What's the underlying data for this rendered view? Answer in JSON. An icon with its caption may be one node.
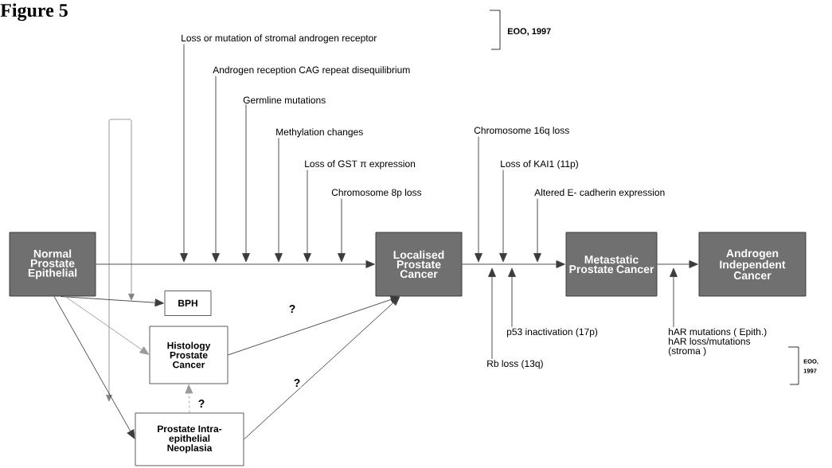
{
  "diagram": {
    "title": "Figure 5",
    "nodes": [
      {
        "text": [
          "Normal Prostate Epithelial"
        ]
      },
      {
        "text": [
          "Localised Prostate Cancer"
        ]
      },
      {
        "text": [
          "Metastatic Prostate Cancer"
        ]
      },
      {
        "text": [
          "Androgen Independent Cancer"
        ]
      },
      {
        "text": [
          "BPH"
        ]
      },
      {
        "text": [
          "Histology Prostate Cancer"
        ]
      },
      {
        "text": [
          "Prostate Intra-epithelial Neoplasia"
        ]
      },
      {
        "text": [
          "Loss or mutation of  stromal androgen receptor"
        ]
      },
      {
        "text": [
          "Androgen reception CAG repeat  disequilibrium"
        ]
      },
      {
        "text": [
          "Germline mutations"
        ]
      },
      {
        "text": [
          "Methylation changes"
        ]
      },
      {
        "text": [
          "Loss of GST π expression"
        ]
      },
      {
        "text": [
          "Chromosome 8p loss"
        ]
      },
      {
        "text": [
          "Chromosome 16q loss"
        ]
      },
      {
        "text": [
          "Loss of KAI1 (11p)"
        ]
      },
      {
        "text": [
          "Altered E- cadherin expression"
        ]
      },
      {
        "text": [
          "p53 inactivation (17p)"
        ]
      },
      {
        "text": [
          "Rb loss (13q)"
        ]
      },
      {
        "text": [
          "hAR mutations ( Epith.)",
          "hAR loss/mutations (stroma )"
        ]
      }
    ],
    "edges": [
      {
        "from": 0,
        "to": 1,
        "arrow": "to"
      },
      {
        "from": 1,
        "to": 2,
        "arrow": "to"
      },
      {
        "from": 2,
        "to": 3,
        "arrow": "to"
      },
      {
        "from": 0,
        "to": 4,
        "arrow": "to"
      },
      {
        "from": 0,
        "to": 5,
        "arrow": "to",
        "color": "#9a9a9a"
      },
      {
        "from": 0,
        "to": 6,
        "arrow": "to"
      },
      {
        "from": 5,
        "to": 1,
        "arrow": "to",
        "label": "?"
      },
      {
        "from": 6,
        "to": 1,
        "arrow": "to",
        "label": "?"
      },
      {
        "from": 6,
        "to": 5,
        "arrow": "to",
        "style": "dashed",
        "label": "?",
        "color": "#9a9a9a"
      },
      {
        "from": 7,
        "to": null,
        "arrow": "to"
      },
      {
        "from": 8,
        "to": null,
        "arrow": "to"
      },
      {
        "from": 9,
        "to": null,
        "arrow": "to"
      },
      {
        "from": 10,
        "to": null,
        "arrow": "to"
      },
      {
        "from": 11,
        "to": null,
        "arrow": "to"
      },
      {
        "from": 12,
        "to": null,
        "arrow": "to"
      },
      {
        "from": 13,
        "to": null,
        "arrow": "to"
      },
      {
        "from": 14,
        "to": null,
        "arrow": "to"
      },
      {
        "from": 15,
        "to": null,
        "arrow": "to"
      },
      {
        "from": 16,
        "to": null,
        "arrow": "to"
      },
      {
        "from": 17,
        "to": null,
        "arrow": "to"
      },
      {
        "from": 18,
        "to": null,
        "arrow": "to"
      }
    ],
    "labels": [
      "EOO, 1997",
      "EOO, 1997"
    ]
  }
}
